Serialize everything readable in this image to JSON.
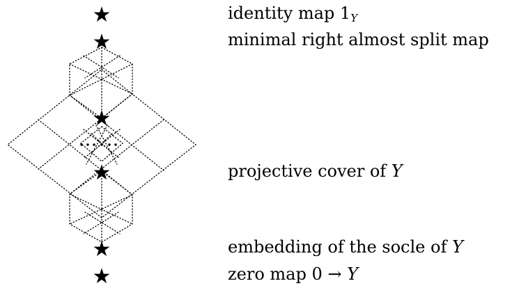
{
  "labels": {
    "identity": {
      "text": "identity map 1",
      "sub": "Y"
    },
    "minimal_right_almost_split": {
      "text": "minimal right almost split map"
    },
    "projective_cover": {
      "text": "projective cover of ",
      "math": "Y"
    },
    "socle_embedding": {
      "text": "embedding of the socle of ",
      "math": "Y"
    },
    "zero_map": {
      "text": "zero map 0 → ",
      "math": "Y"
    }
  },
  "glyphs": {
    "star": "★",
    "dots": "⋯"
  },
  "colors": {
    "ink": "#000000",
    "background": "#ffffff"
  }
}
